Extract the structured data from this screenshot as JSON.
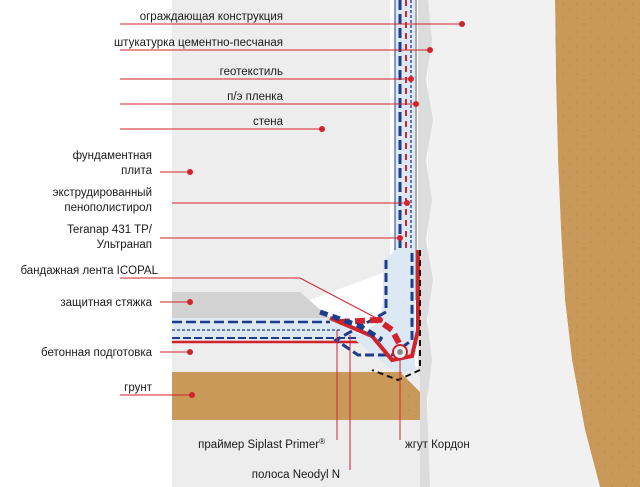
{
  "labels": {
    "enclosure": "ограждающая конструкция",
    "plaster": "штукатурка цементно-песчаная",
    "geotextile": "геотекстиль",
    "pe_film": "п/э пленка",
    "wall": "стена",
    "slab_line1": "фундаментная",
    "slab_line2": "плита",
    "xps_line1": "экструдированный",
    "xps_line2": "пенополистирол",
    "membrane_line1": "Teranap 431 TP/",
    "membrane_line2": "Ультранап",
    "tape": "бандажная лента ICOPAL",
    "screed": "защитная стяжка",
    "concrete_prep": "бетонная подготовка",
    "soil": "грунт",
    "primer": "праймер Siplast Primer",
    "primer_mark": "®",
    "cord": "жгут Кордон",
    "neodyl": "полоса Neodyl N"
  },
  "colors": {
    "soil": "#c9995a",
    "concrete": "#ededed",
    "screed": "#d2d2d2",
    "insulation": "#dce8f3",
    "membrane_red": "#d2232a",
    "membrane_blue": "#1f3b8c",
    "leader": "#d2232a"
  }
}
